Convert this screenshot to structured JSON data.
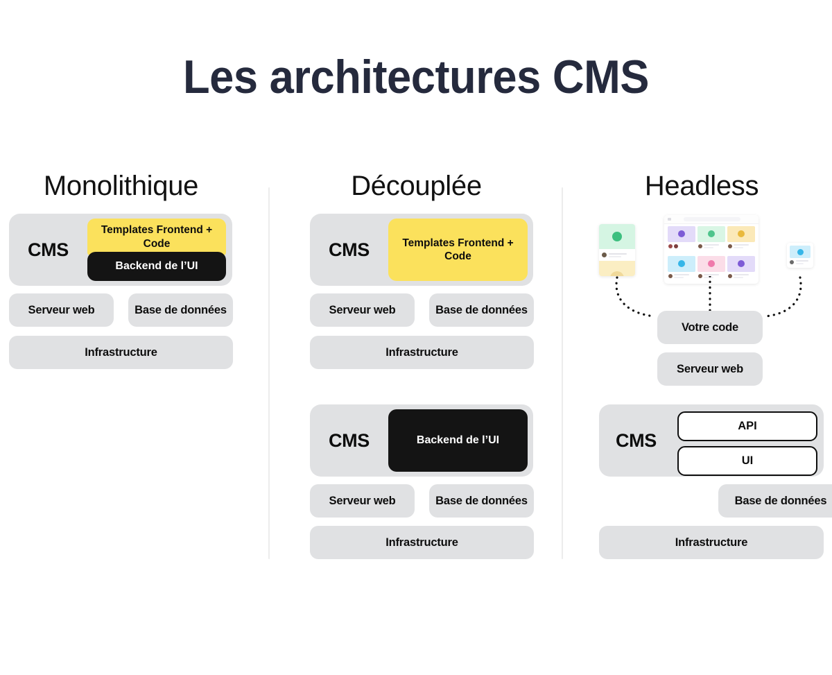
{
  "page": {
    "title": "Les architectures CMS",
    "background_color": "#ffffff"
  },
  "colors": {
    "title_text": "#252a3d",
    "gray_block": "#e0e1e3",
    "yellow_block": "#fbe15c",
    "black_block": "#141414",
    "outline_block_border": "#0d0d0d",
    "divider": "#ececec"
  },
  "columns": [
    {
      "id": "monolithique",
      "title": "Monolithique",
      "groups": [
        {
          "cms_label": "CMS",
          "yellow_label": "Templates Frontend + Code",
          "black_label": "Backend de l’UI"
        }
      ],
      "rows": [
        {
          "left": "Serveur web",
          "right": "Base de données"
        },
        {
          "full": "Infrastructure"
        }
      ]
    },
    {
      "id": "decouplee",
      "title": "Découplée",
      "groups": [
        {
          "cms_label": "CMS",
          "yellow_label": "Templates Frontend + Code"
        },
        {
          "cms_label": "CMS",
          "black_label": "Backend de l’UI"
        }
      ],
      "rows_top": [
        {
          "left": "Serveur web",
          "right": "Base de données"
        },
        {
          "full": "Infrastructure"
        }
      ],
      "rows_bottom": [
        {
          "left": "Serveur web",
          "right": "Base de données"
        },
        {
          "full": "Infrastructure"
        }
      ]
    },
    {
      "id": "headless",
      "title": "Headless",
      "code_label": "Votre code",
      "server_label": "Serveur web",
      "cms_label": "CMS",
      "api_label": "API",
      "ui_label": "UI",
      "db_label": "Base de données",
      "infra_label": "Infrastructure",
      "mockups": [
        {
          "name": "mobile-app-preview",
          "panel_colors": [
            "#d5f5e3",
            "#fbeec3"
          ],
          "accent_color": "#3dbf7f"
        },
        {
          "name": "dashboard-grid-preview",
          "cards": [
            {
              "thumb": "#e3dbf9",
              "circle": "#7d5bd6"
            },
            {
              "thumb": "#d9f6e5",
              "circle": "#4ec48c"
            },
            {
              "thumb": "#fbe9b8",
              "circle": "#e9b93c"
            },
            {
              "thumb": "#cdeefb",
              "circle": "#35b6e8"
            },
            {
              "thumb": "#fbdde8",
              "circle": "#ef79ab"
            },
            {
              "thumb": "#e3dbf9",
              "circle": "#7d5bd6"
            }
          ]
        },
        {
          "name": "widget-preview",
          "panel_colors": [
            "#cdeefb"
          ],
          "accent_color": "#35b6e8"
        }
      ]
    }
  ]
}
